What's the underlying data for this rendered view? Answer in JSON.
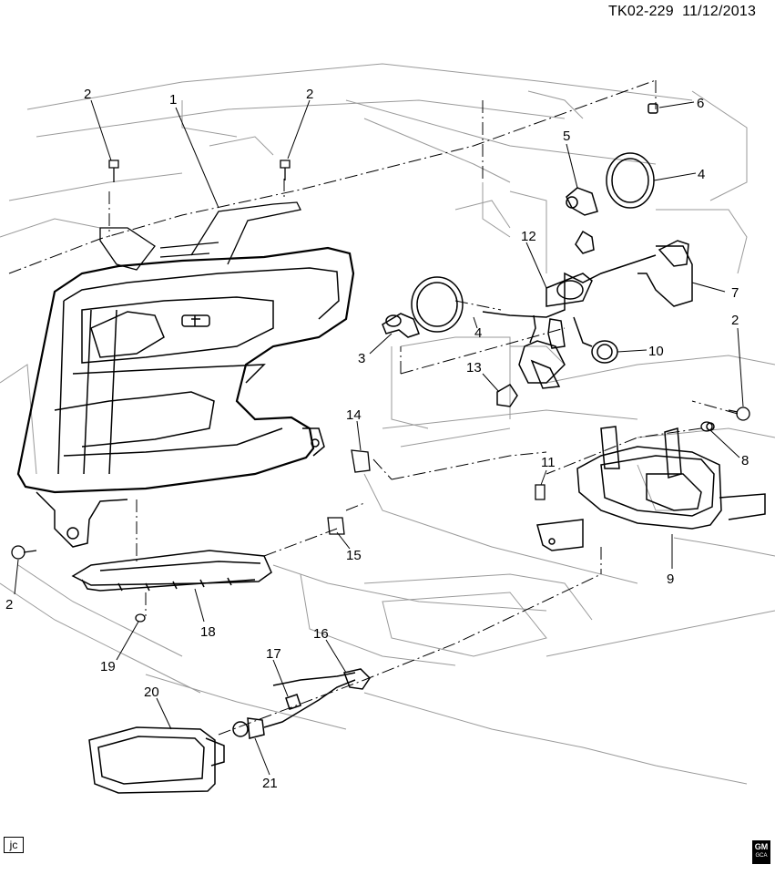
{
  "header": {
    "ref": "TK02-229",
    "date": "11/12/2013"
  },
  "callouts": [
    {
      "id": "c1",
      "label": "1"
    },
    {
      "id": "c2a",
      "label": "2"
    },
    {
      "id": "c2b",
      "label": "2"
    },
    {
      "id": "c2c",
      "label": "2"
    },
    {
      "id": "c2d",
      "label": "2"
    },
    {
      "id": "c3",
      "label": "3"
    },
    {
      "id": "c4a",
      "label": "4"
    },
    {
      "id": "c4b",
      "label": "4"
    },
    {
      "id": "c5",
      "label": "5"
    },
    {
      "id": "c6",
      "label": "6"
    },
    {
      "id": "c7",
      "label": "7"
    },
    {
      "id": "c8",
      "label": "8"
    },
    {
      "id": "c9",
      "label": "9"
    },
    {
      "id": "c10",
      "label": "10"
    },
    {
      "id": "c11",
      "label": "11"
    },
    {
      "id": "c12",
      "label": "12"
    },
    {
      "id": "c13",
      "label": "13"
    },
    {
      "id": "c14",
      "label": "14"
    },
    {
      "id": "c15",
      "label": "15"
    },
    {
      "id": "c16",
      "label": "16"
    },
    {
      "id": "c17",
      "label": "17"
    },
    {
      "id": "c18",
      "label": "18"
    },
    {
      "id": "c19",
      "label": "19"
    },
    {
      "id": "c20",
      "label": "20"
    },
    {
      "id": "c21",
      "label": "21"
    }
  ],
  "footer": {
    "illustrator": "jc",
    "logo_top": "GM",
    "logo_bottom": "GCA"
  },
  "colors": {
    "line": "#000000",
    "ghost": "#9a9a9a"
  }
}
